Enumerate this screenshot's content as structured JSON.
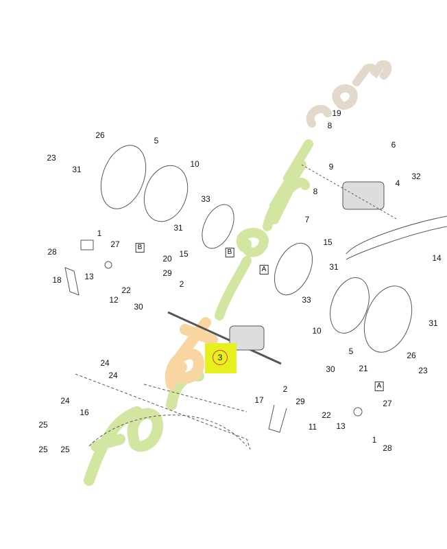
{
  "watermark": {
    "part1": "for",
    "part2": "et",
    "part3": "jardin",
    ".com": ".com",
    "text": "foretjardin.com"
  },
  "highlight": {
    "label": "3",
    "color": "#e6f01e",
    "ring_color": "#dd3333"
  },
  "callouts": [
    {
      "id": "c23a",
      "text": "23"
    },
    {
      "id": "c26a",
      "text": "26"
    },
    {
      "id": "c31a",
      "text": "31"
    },
    {
      "id": "c5a",
      "text": "5"
    },
    {
      "id": "c10a",
      "text": "10"
    },
    {
      "id": "c33a",
      "text": "33"
    },
    {
      "id": "c31b",
      "text": "31"
    },
    {
      "id": "c15a",
      "text": "15"
    },
    {
      "id": "c1a",
      "text": "1"
    },
    {
      "id": "c27a",
      "text": "27"
    },
    {
      "id": "c28a",
      "text": "28"
    },
    {
      "id": "c20",
      "text": "20"
    },
    {
      "id": "c13a",
      "text": "13"
    },
    {
      "id": "c29a",
      "text": "29"
    },
    {
      "id": "c22a",
      "text": "22"
    },
    {
      "id": "c2a",
      "text": "2"
    },
    {
      "id": "c12",
      "text": "12"
    },
    {
      "id": "c30a",
      "text": "30"
    },
    {
      "id": "c18",
      "text": "18"
    },
    {
      "id": "c19",
      "text": "19"
    },
    {
      "id": "c8a",
      "text": "8"
    },
    {
      "id": "c6",
      "text": "6"
    },
    {
      "id": "c9",
      "text": "9"
    },
    {
      "id": "c4",
      "text": "4"
    },
    {
      "id": "c32",
      "text": "32"
    },
    {
      "id": "c8b",
      "text": "8"
    },
    {
      "id": "c7",
      "text": "7"
    },
    {
      "id": "c15b",
      "text": "15"
    },
    {
      "id": "c14",
      "text": "14"
    },
    {
      "id": "c31c",
      "text": "31"
    },
    {
      "id": "c33b",
      "text": "33"
    },
    {
      "id": "c10b",
      "text": "10"
    },
    {
      "id": "c31d",
      "text": "31"
    },
    {
      "id": "c5b",
      "text": "5"
    },
    {
      "id": "c26b",
      "text": "26"
    },
    {
      "id": "c23b",
      "text": "23"
    },
    {
      "id": "c24a",
      "text": "24"
    },
    {
      "id": "c24b",
      "text": "24"
    },
    {
      "id": "c24c",
      "text": "24"
    },
    {
      "id": "c16",
      "text": "16"
    },
    {
      "id": "c25a",
      "text": "25"
    },
    {
      "id": "c25b",
      "text": "25"
    },
    {
      "id": "c25c",
      "text": "25"
    },
    {
      "id": "c2b",
      "text": "2"
    },
    {
      "id": "c30b",
      "text": "30"
    },
    {
      "id": "c21",
      "text": "21"
    },
    {
      "id": "c17",
      "text": "17"
    },
    {
      "id": "c29b",
      "text": "29"
    },
    {
      "id": "c22b",
      "text": "22"
    },
    {
      "id": "c11",
      "text": "11"
    },
    {
      "id": "c13b",
      "text": "13"
    },
    {
      "id": "c27b",
      "text": "27"
    },
    {
      "id": "c1b",
      "text": "1"
    },
    {
      "id": "c28b",
      "text": "28"
    }
  ],
  "reference_boxes": [
    {
      "text": "B"
    },
    {
      "text": "B"
    },
    {
      "text": "A"
    },
    {
      "text": "A"
    }
  ]
}
